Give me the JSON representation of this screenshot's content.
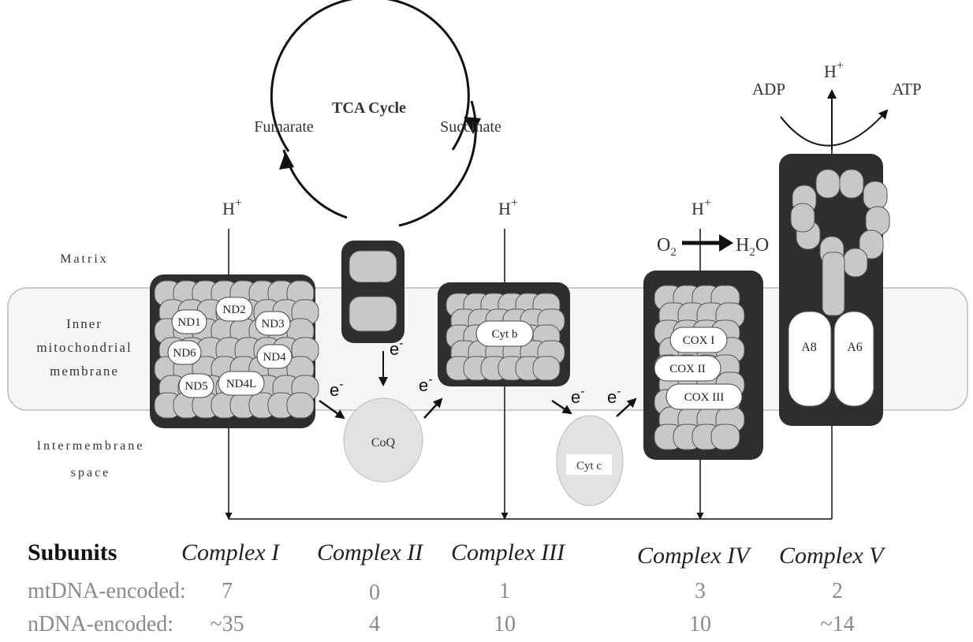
{
  "labels": {
    "matrix": "Matrix",
    "inner_membrane": [
      "Inner",
      "mitochondrial",
      "membrane"
    ],
    "intermembrane": [
      "Intermembrane",
      "space"
    ],
    "tca": "TCA Cycle",
    "fumarate": "Fumarate",
    "succinate": "Succinate",
    "h_plus": "H",
    "plus": "+",
    "o2": "O",
    "h2o": "H",
    "h2o_tail": "O",
    "sub2": "2",
    "adp": "ADP",
    "atp": "ATP",
    "electron": "e",
    "minus": "-",
    "coq": "CoQ",
    "cytc": "Cyt c"
  },
  "complex1_subunits": [
    "ND1",
    "ND2",
    "ND3",
    "ND6",
    "ND4",
    "ND5",
    "ND4L"
  ],
  "complex3_subunits": [
    "Cyt b"
  ],
  "complex4_subunits": [
    "COX I",
    "COX II",
    "COX III"
  ],
  "complex5_subunits": [
    "A8",
    "A6"
  ],
  "table": {
    "subunits_label": "Subunits",
    "complexes": [
      "Complex I",
      "Complex II",
      "Complex III",
      "Complex IV",
      "Complex V"
    ],
    "mt_label": "mtDNA-encoded:",
    "n_label": "nDNA-encoded:",
    "mt_values": [
      "7",
      "0",
      "1",
      "3",
      "2"
    ],
    "n_values": [
      "~35",
      "4",
      "10",
      "10",
      "~14"
    ]
  },
  "colors": {
    "complex_dark": "#2e2e2e",
    "subunit_gray": "#c8c8c8",
    "membrane_fill": "#f6f6f6",
    "carrier_gray": "#e2e2e2"
  }
}
